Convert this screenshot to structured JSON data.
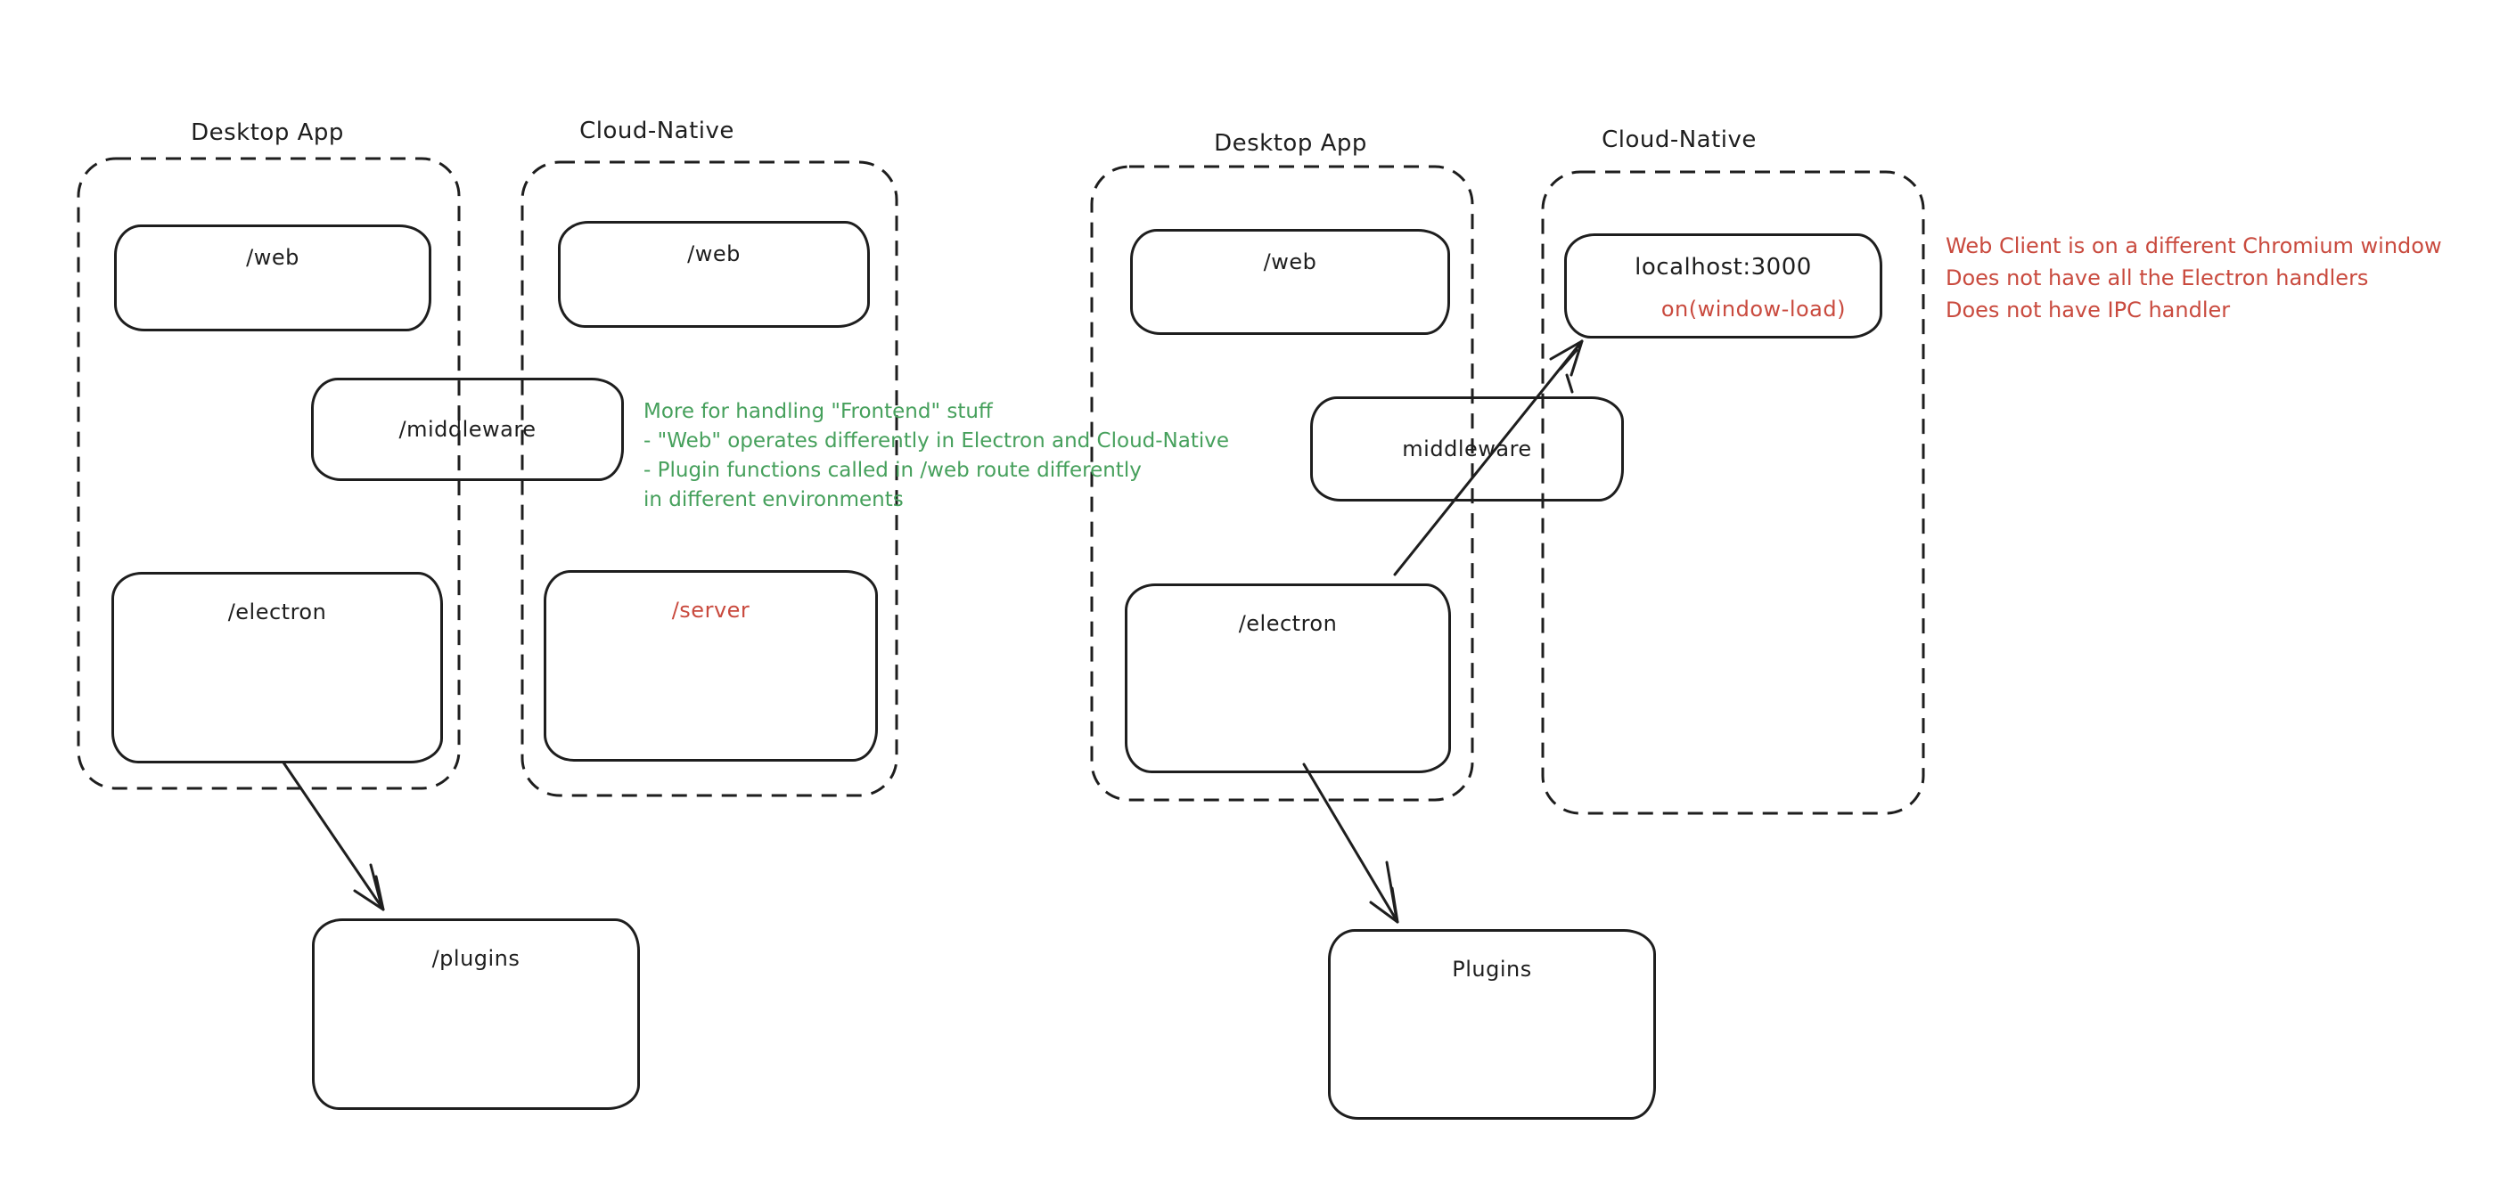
{
  "palette": {
    "ink": "#1e1e1e",
    "red": "#c94a3e",
    "green": "#46a05c",
    "background": "#ffffff"
  },
  "left": {
    "desktop_label": "Desktop App",
    "cloud_label": "Cloud-Native",
    "web_desktop": "/web",
    "web_cloud": "/web",
    "middleware": "/middleware",
    "electron": "/electron",
    "server": "/server",
    "plugins": "/plugins",
    "note_lines": [
      "More for handling \"Frontend\" stuff",
      "- \"Web\" operates differently in Electron and Cloud-Native",
      "- Plugin functions called in /web route differently",
      "in different environments"
    ]
  },
  "right": {
    "desktop_label": "Desktop App",
    "cloud_label": "Cloud-Native",
    "web_desktop": "/web",
    "localhost": "localhost:3000",
    "window_load": "on(window-load)",
    "middleware": "middleware",
    "electron": "/electron",
    "plugins": "Plugins",
    "note_lines": [
      "Web Client is on a different Chromium window",
      "Does not have all the Electron handlers",
      "Does not have IPC handler"
    ]
  }
}
